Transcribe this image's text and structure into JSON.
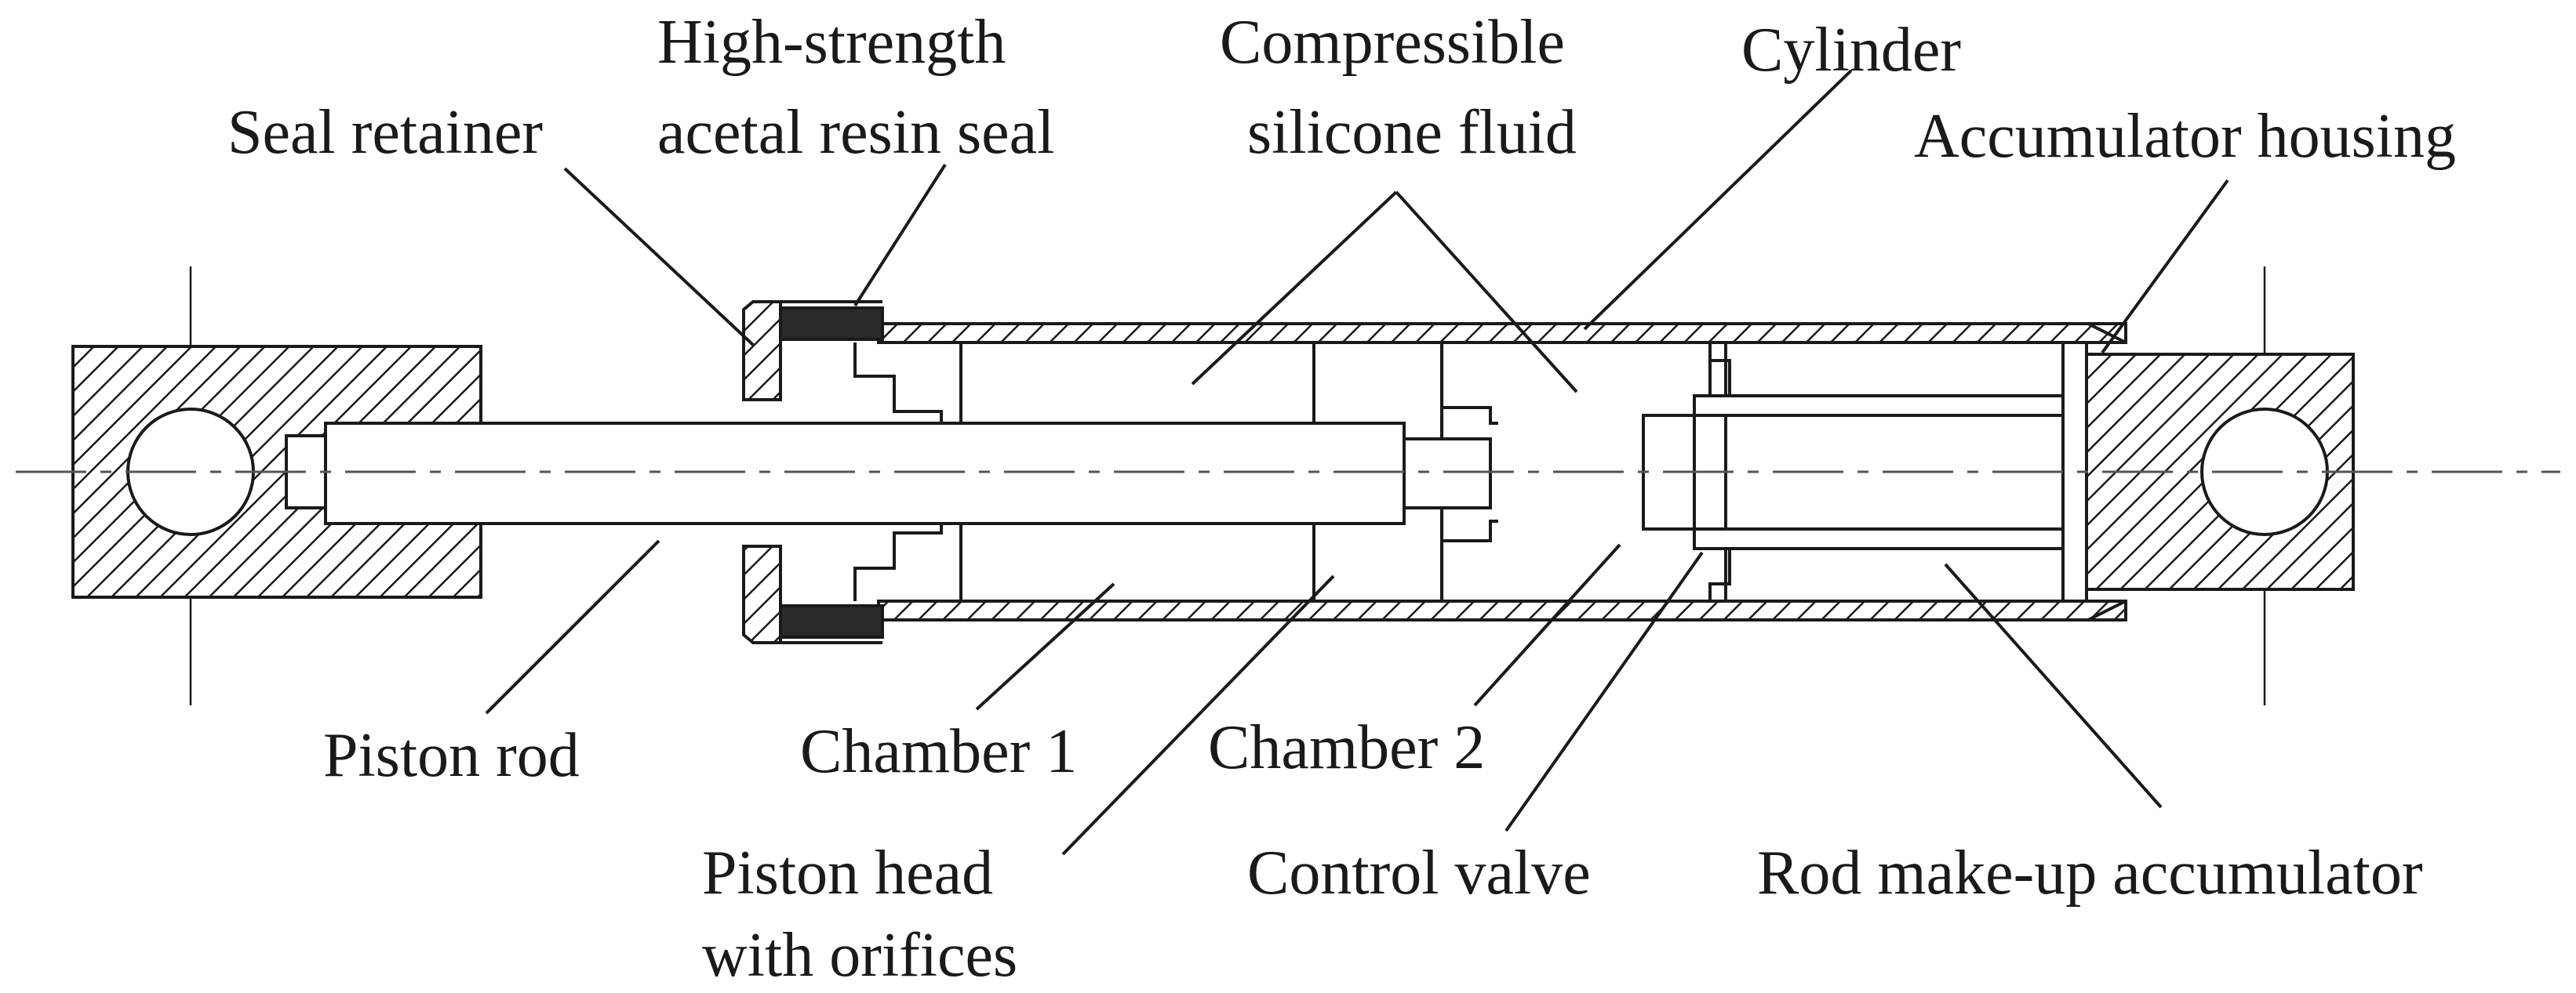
{
  "labels": {
    "seal_retainer": "Seal retainer",
    "seal_line1": "High-strength",
    "seal_line2": "acetal resin seal",
    "fluid_line1": "Compressible",
    "fluid_line2": "silicone fluid",
    "cylinder": "Cylinder",
    "accumulator_housing": "Accumulator housing",
    "piston_rod": "Piston rod",
    "chamber_1": "Chamber 1",
    "chamber_2": "Chamber 2",
    "piston_head_line1": "Piston head",
    "piston_head_line2": "with orifices",
    "control_valve": "Control valve",
    "rod_accumulator": "Rod make-up accumulator"
  }
}
